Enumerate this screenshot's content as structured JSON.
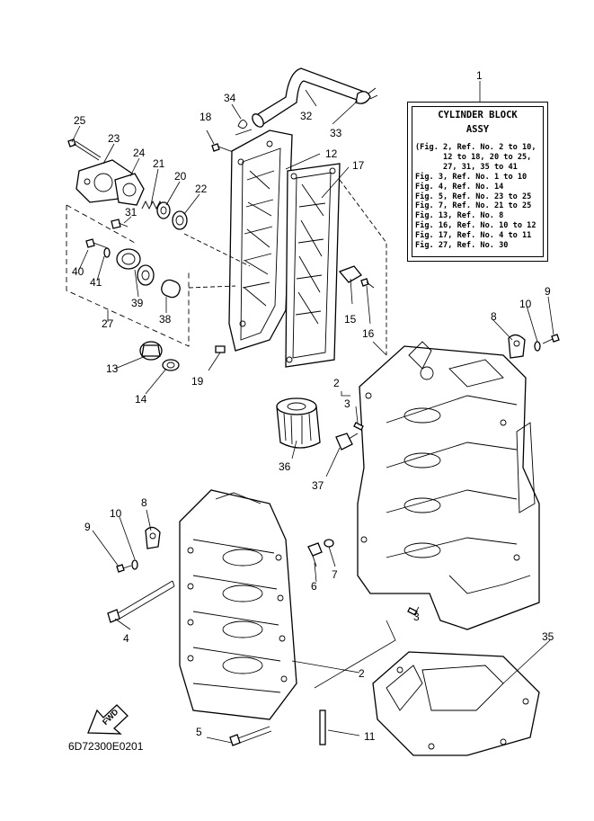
{
  "assy_box": {
    "ref": "1",
    "title_line1": "CYLINDER BLOCK",
    "title_line2": "ASSY",
    "lines": [
      "(Fig. 2, Ref. No. 2 to 10,",
      "      12 to 18, 20 to 25,",
      "      27, 31, 35 to 41",
      "Fig. 3, Ref. No. 1 to 10",
      "Fig. 4, Ref. No. 14",
      "Fig. 5, Ref. No. 23 to 25",
      "Fig. 7, Ref. No. 21 to 25",
      "Fig. 13, Ref. No. 8",
      "Fig. 16, Ref. No. 10 to 12",
      "Fig. 17, Ref. No. 4 to 11",
      "Fig. 27, Ref. No. 30"
    ]
  },
  "fwd_label": "FWD",
  "diagram_code": "6D72300E0201",
  "callouts": {
    "c1": "1",
    "c2a": "2",
    "c2b": "2",
    "c3a": "3",
    "c3b": "3",
    "c4": "4",
    "c5": "5",
    "c6": "6",
    "c7": "7",
    "c8a": "8",
    "c8b": "8",
    "c9a": "9",
    "c9b": "9",
    "c10a": "10",
    "c10b": "10",
    "c11": "11",
    "c12": "12",
    "c13": "13",
    "c14": "14",
    "c15": "15",
    "c16": "16",
    "c17": "17",
    "c18": "18",
    "c19": "19",
    "c20": "20",
    "c21": "21",
    "c22": "22",
    "c23": "23",
    "c24": "24",
    "c25": "25",
    "c27": "27",
    "c31": "31",
    "c32": "32",
    "c33": "33",
    "c34": "34",
    "c35": "35",
    "c36": "36",
    "c37": "37",
    "c38": "38",
    "c39": "39",
    "c40": "40",
    "c41": "41"
  }
}
